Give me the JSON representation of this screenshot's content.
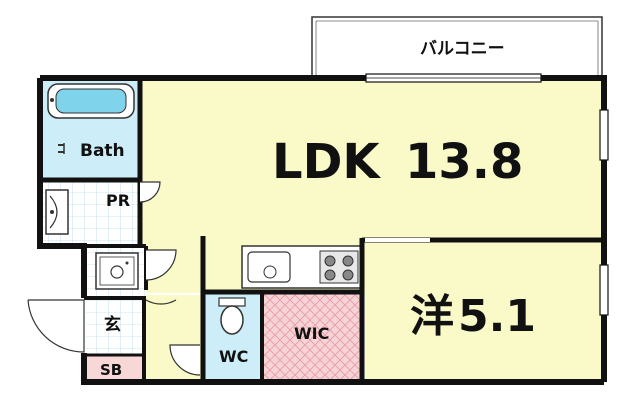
{
  "floor_plan": {
    "balcony_label": "バルコニー",
    "rooms": {
      "ldk": {
        "name": "LDK",
        "size": "13.8",
        "color": "#fafac8"
      },
      "western": {
        "name": "洋",
        "size": "5.1",
        "color": "#fafac8"
      },
      "bath": {
        "name": "Bath",
        "color": "#cdeef8"
      },
      "powder": {
        "name": "PR"
      },
      "entrance": {
        "name": "玄"
      },
      "shoe_box": {
        "name": "SB",
        "color": "#f8d7d7"
      },
      "toilet": {
        "name": "WC",
        "color": "#cdeef8"
      },
      "closet": {
        "name": "WIC",
        "color": "#f6d3d6"
      }
    },
    "wall_color": "#111111"
  }
}
